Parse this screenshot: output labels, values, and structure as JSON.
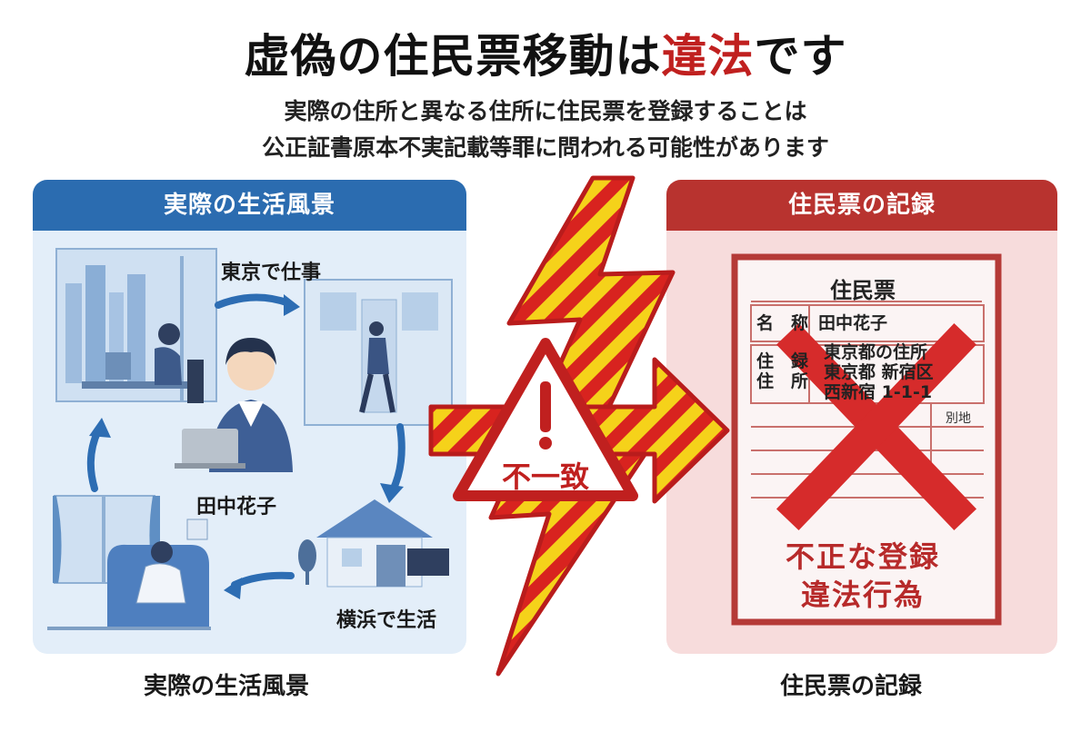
{
  "title": {
    "prefix": "虚偽の住民票移動は",
    "highlight": "違法",
    "suffix": "です"
  },
  "subtitle": {
    "line1": "実際の住所と異なる住所に住民票を登録することは",
    "line2": "公正証書原本不実記載等罪に問われる可能性があります"
  },
  "left_panel": {
    "header": "実際の生活風景",
    "labels": {
      "work": "東京で仕事",
      "person": "田中花子",
      "home": "横浜で生活"
    },
    "caption": "実際の生活風景"
  },
  "center": {
    "warning_text": "不一致"
  },
  "right_panel": {
    "header": "住民票の記録",
    "card": {
      "title": "住民票",
      "name_label": "名　称",
      "name_value": "田中花子",
      "addr_label_1": "住　録",
      "addr_label_2": "住　所",
      "addr_line1": "東京都の住所",
      "addr_line2": "東京都 新宿区",
      "addr_line3": "西新宿 1-1-1",
      "extra_label": "別地"
    },
    "stamp_line1": "不正な登録",
    "stamp_line2": "違法行為",
    "caption": "住民票の記録"
  },
  "colors": {
    "accent_red": "#c0201f",
    "panel_blue": "#2b6cb0",
    "panel_red": "#b8332f",
    "stripe_yellow": "#f5d21a"
  }
}
